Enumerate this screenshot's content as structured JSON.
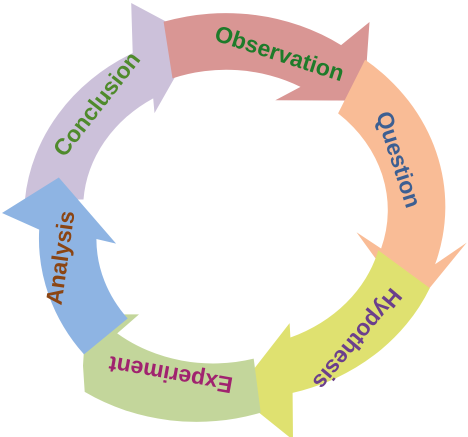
{
  "diagram": {
    "stages": [
      {
        "label": "Observation",
        "fill": "#d99694",
        "text_color": "#1e7b2a"
      },
      {
        "label": "Question",
        "fill": "#f9bc96",
        "text_color": "#3d5f92"
      },
      {
        "label": "Hypothesis",
        "fill": "#dfe170",
        "text_color": "#6b3f8c"
      },
      {
        "label": "Experiment",
        "fill": "#c3d69b",
        "text_color": "#a0236f"
      },
      {
        "label": "Analysis",
        "fill": "#8eb4e3",
        "text_color": "#8b4513"
      },
      {
        "label": "Conclusion",
        "fill": "#ccc1da",
        "text_color": "#4f8a2c"
      }
    ]
  }
}
